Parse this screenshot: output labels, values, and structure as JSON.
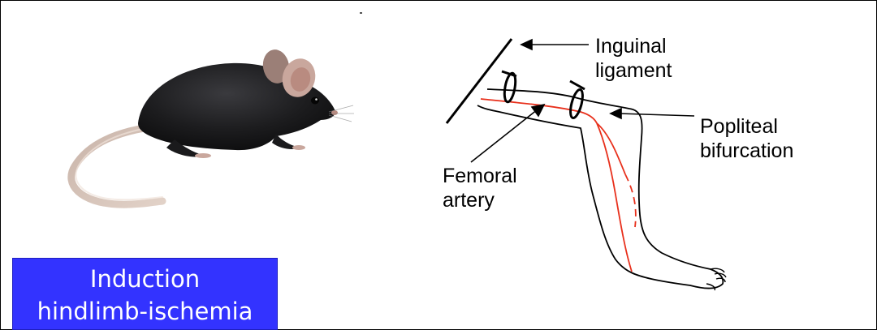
{
  "title_box": {
    "line1": "Induction",
    "line2": "hindlimb-ischemia",
    "background": "#3333ff",
    "text_color": "#ffffff"
  },
  "labels": {
    "inguinal": [
      "Inguinal",
      "ligament"
    ],
    "popliteal": [
      "Popliteal",
      "bifurcation"
    ],
    "femoral": [
      "Femoral",
      "artery"
    ]
  },
  "colors": {
    "artery": "#e8301c",
    "outline": "#000000",
    "mouse_fur": "#1c1c1e",
    "mouse_ear": "#c9a79d",
    "mouse_tail": "#d8c3b8"
  },
  "icons": {
    "mouse": "black-mouse-photo",
    "leg": "hindlimb-diagram"
  }
}
